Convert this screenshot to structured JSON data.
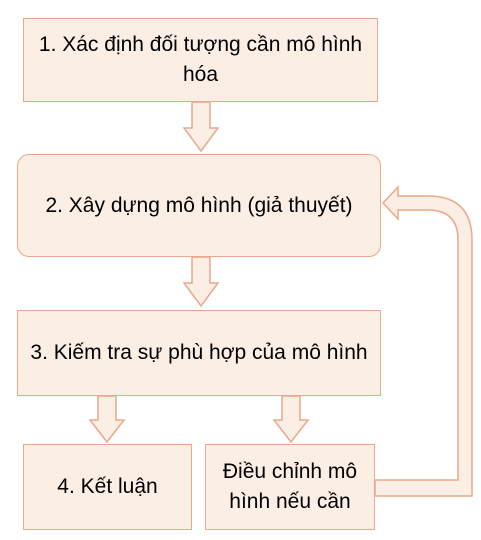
{
  "steps": {
    "identify": "1. Xác định đối tượng cần mô hình hóa",
    "build": "2. Xây dựng mô hình (giả thuyết)",
    "test": "3. Kiếm tra sự phù hợp của mô hình",
    "conclude": "4. Kết luận",
    "adjust": "Điều chỉnh mô hình nếu cần"
  },
  "colors": {
    "box_fill": "#fbeee5",
    "box_border": "#e8a98a",
    "arrow_fill": "#fbeee5",
    "arrow_stroke": "#e8a98a"
  }
}
